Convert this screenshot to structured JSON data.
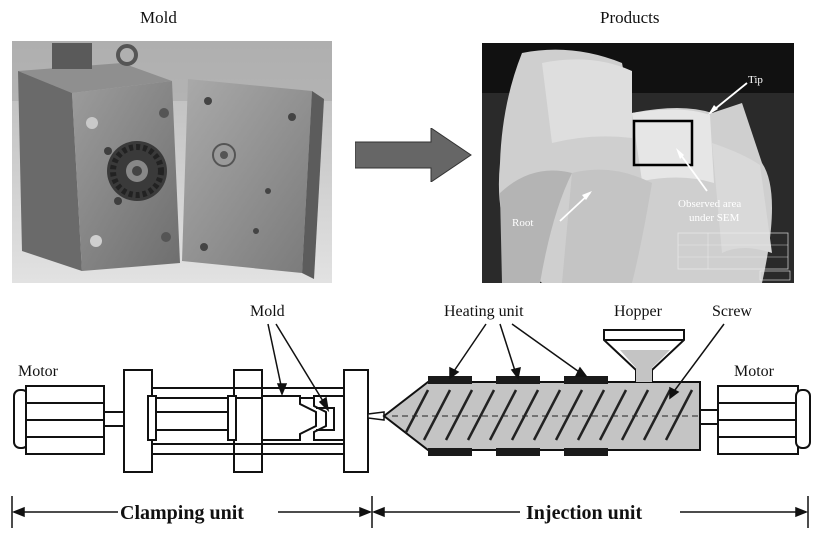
{
  "top": {
    "mold_caption": "Mold",
    "products_caption": "Products"
  },
  "product_photo": {
    "tip_label": "Tip",
    "root_label": "Root",
    "observed_label_line1": "Observed area",
    "observed_label_line2": "under SEM"
  },
  "machine": {
    "mold_label": "Mold",
    "heating_label": "Heating unit",
    "hopper_label": "Hopper",
    "screw_label": "Screw",
    "motor_left_label": "Motor",
    "motor_right_label": "Motor",
    "clamping_label": "Clamping unit",
    "injection_label": "Injection unit"
  }
}
